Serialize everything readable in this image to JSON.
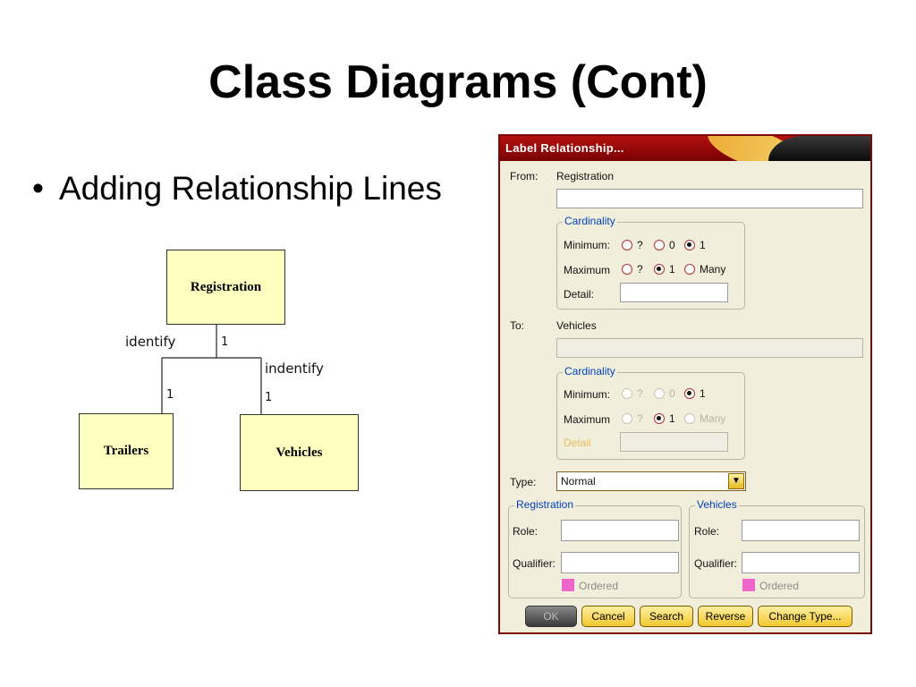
{
  "slide": {
    "title": "Class Diagrams (Cont)",
    "bullet": "Adding Relationship Lines"
  },
  "uml": {
    "classes": {
      "top": "Registration",
      "left": "Trailers",
      "right": "Vehicles"
    },
    "labels": {
      "identify": "identify",
      "indentify": "indentify",
      "one": "1"
    }
  },
  "dialog": {
    "title": "Label Relationship...",
    "from": {
      "label": "From:",
      "class_name": "Registration",
      "value": "",
      "cardinality": {
        "legend": "Cardinality",
        "minimum_label": "Minimum:",
        "maximum_label": "Maximum",
        "minimum_options": [
          "?",
          "0",
          "1"
        ],
        "maximum_options": [
          "?",
          "1",
          "Many"
        ],
        "minimum_selected": "1",
        "maximum_selected": "1",
        "detail_label": "Detail:",
        "detail_value": ""
      }
    },
    "to": {
      "label": "To:",
      "class_name": "Vehicles",
      "value": "",
      "cardinality": {
        "legend": "Cardinality",
        "minimum_label": "Minimum:",
        "maximum_label": "Maximum",
        "minimum_options": [
          "?",
          "0",
          "1"
        ],
        "maximum_options": [
          "?",
          "1",
          "Many"
        ],
        "minimum_selected": "1",
        "maximum_selected": "1",
        "detail_label": "Detail",
        "detail_value": ""
      }
    },
    "type": {
      "label": "Type:",
      "value": "Normal"
    },
    "left_role": {
      "legend": "Registration",
      "role_label": "Role:",
      "qualifier_label": "Qualifier:",
      "ordered_label": "Ordered"
    },
    "right_role": {
      "legend": "Vehicles",
      "role_label": "Role:",
      "qualifier_label": "Qualifier:",
      "ordered_label": "Ordered"
    },
    "buttons": {
      "ok": "OK",
      "cancel": "Cancel",
      "search": "Search",
      "reverse": "Reverse",
      "change_type": "Change Type..."
    }
  },
  "colors": {
    "uml_fill": "#ffffc0",
    "title_bar": "#a00c0c",
    "dialog_bg": "#f2eedc",
    "legend_text": "#0040c0",
    "button_yellow": "#f2c830",
    "ordered_swatch": "#ee66cc"
  },
  "icons": {
    "bullet": "bullet-dot",
    "dropdown": "chevron-down-icon"
  }
}
